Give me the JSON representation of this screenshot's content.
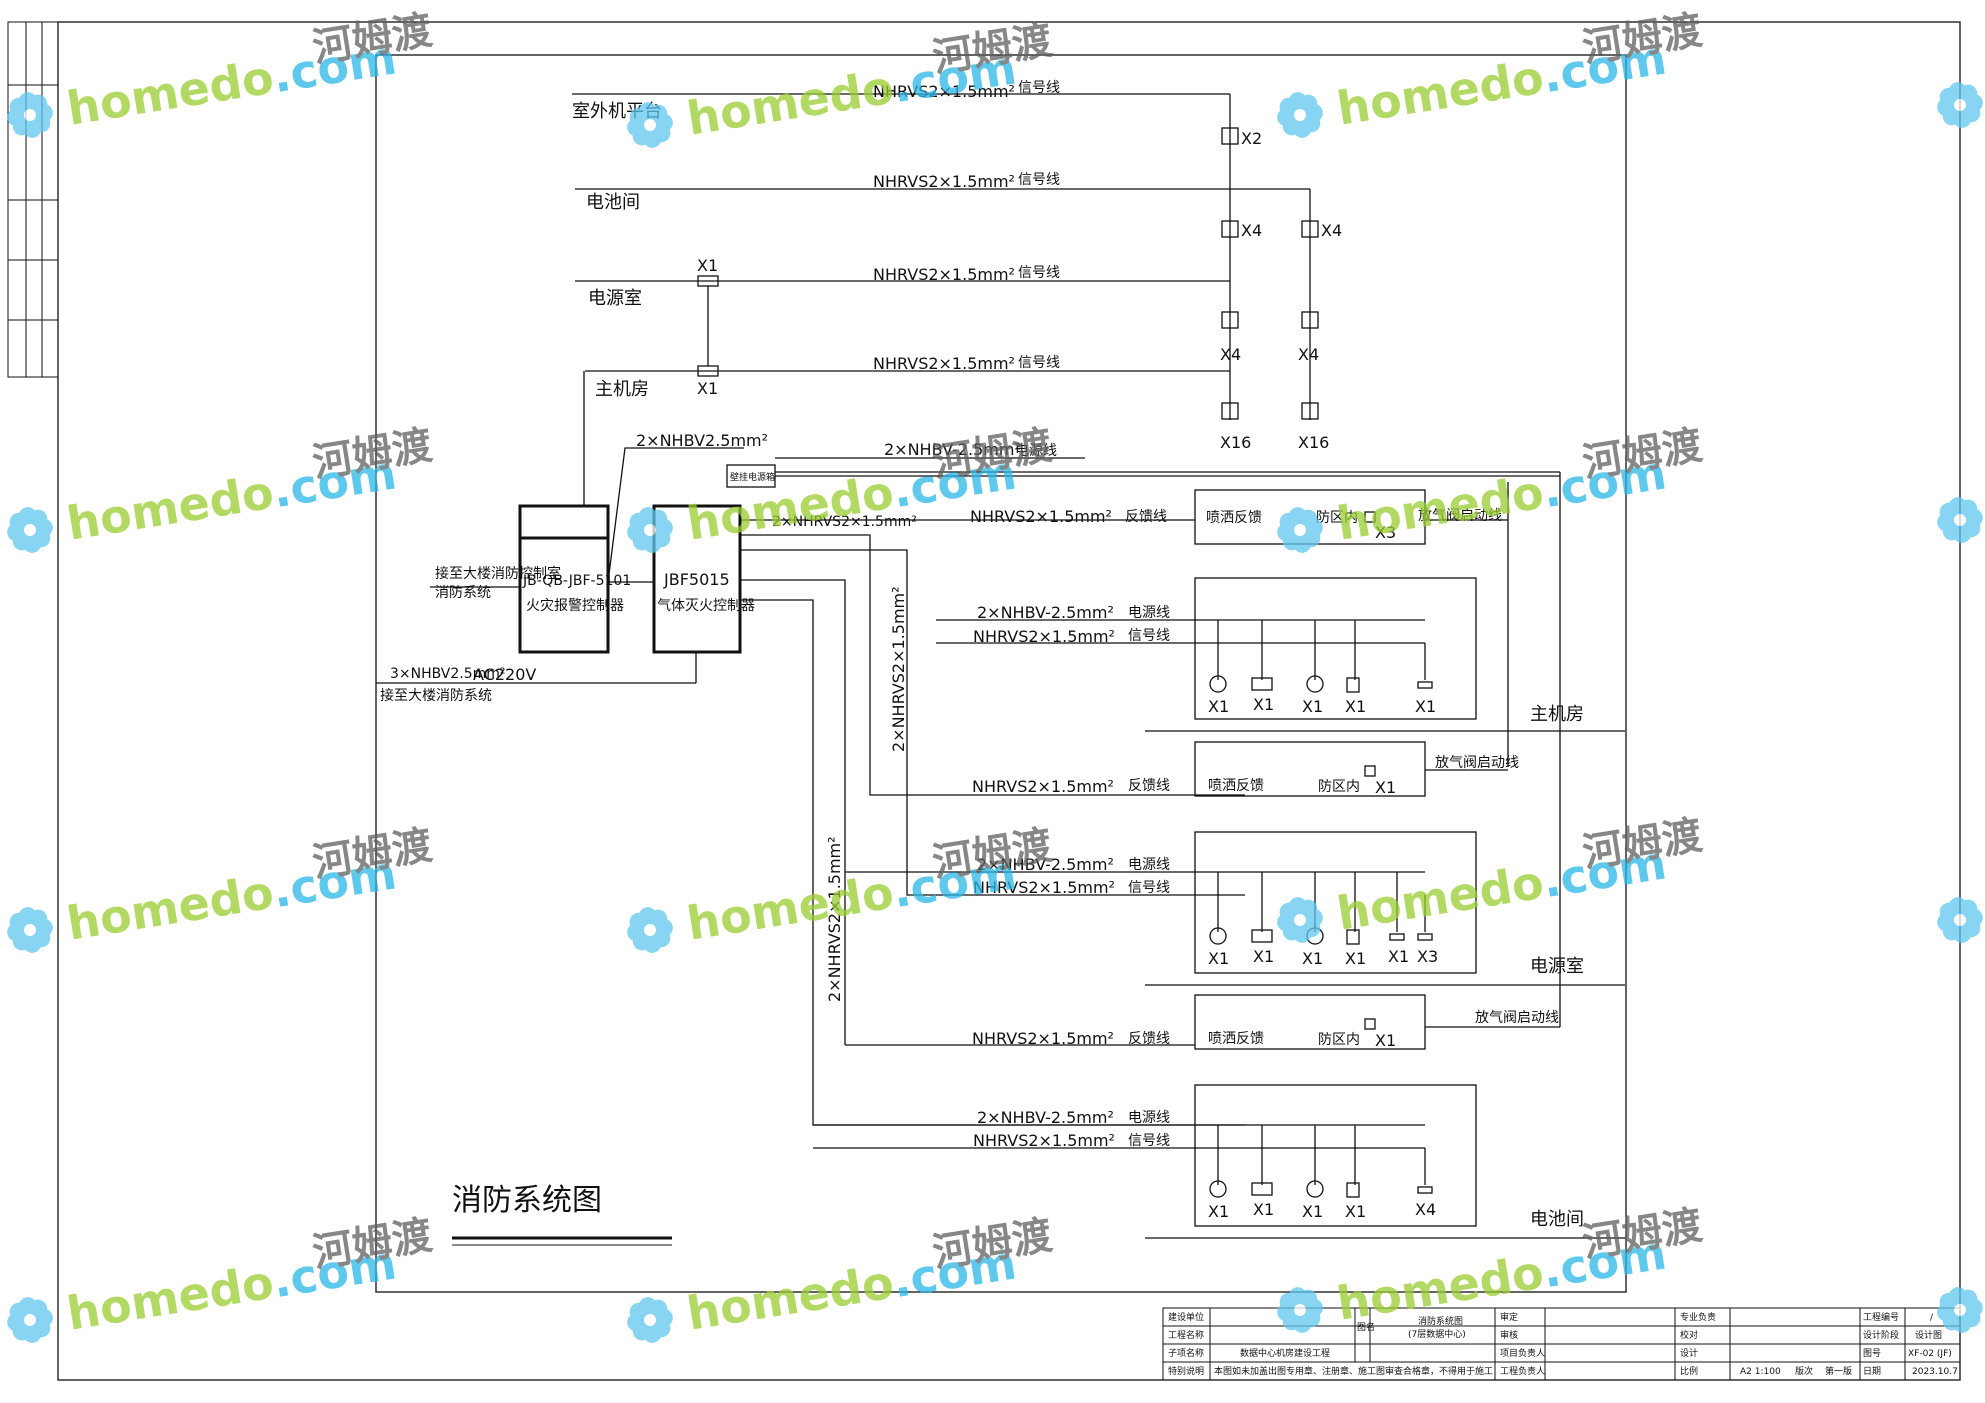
{
  "drawing": {
    "title": "消防系统图",
    "rooms": {
      "outdoor_platform": "室外机平台",
      "battery_room": "电池间",
      "power_room": "电源室",
      "host_room": "主机房"
    },
    "cables": {
      "sig_cable": "NHRVS2×1.5mm²",
      "sig_label": "信号线",
      "pwr_cable": "2×NHBV-2.5mm²",
      "pwr_label": "电源线",
      "fb_cable": "NHRVS2×1.5mm²",
      "fb_label": "反馈线",
      "vert_cable_a": "2×NHRVS2×1.5mm²",
      "vert_cable_b": "2×NHRVS2×1.5mm²",
      "top_cable": "2×NHBV2.5mm²",
      "top_cable2": "2×NHBV-2.5mm²",
      "top_label2": "电源线",
      "feed_cable": "3×NHBV2.5mm²",
      "feed_voltage": "AC220V",
      "ctrl_link": "2×NHRVS2×1.5mm²"
    },
    "controllers": {
      "fire_alarm_model": "JB-QB-JBF-5101",
      "fire_alarm_name": "火灾报警控制器",
      "gas_model": "JBF5015",
      "gas_name": "气体灭火控制器",
      "wall_power": "壁挂电源箱"
    },
    "notes": {
      "to_fire_control_room": "接至大楼消防控制室",
      "fire_system": "消防系统",
      "to_building_fire": "接至大楼消防系统"
    },
    "zone_labels": {
      "spray_feedback": "喷洒反馈",
      "zone_inside": "防区内",
      "valve_line": "放气阀启动线"
    },
    "counts": {
      "x1": "X1",
      "x2": "X2",
      "x3": "X3",
      "x4": "X4",
      "x16": "X16"
    }
  },
  "title_block": {
    "owner_label": "建设单位",
    "project_label": "工程名称",
    "subproject_label": "子项名称",
    "subproject_value": "数据中心机房建设工程",
    "special_label": "特别说明",
    "special_text": "本图如未加盖出图专用章、注册章、施工图审查合格章，不得用于施工",
    "drawing_name_label": "图名",
    "drawing_name_value": "消防系统图",
    "drawing_sub_value": "(7层数据中心)",
    "approve_label": "审定",
    "review_label": "审核",
    "pm_label": "项目负责人",
    "eng_pm_label": "工程负责人",
    "major_label": "专业负责",
    "check_label": "校对",
    "design_label": "设计",
    "scale_label": "比例",
    "scale_value": "A2 1:100",
    "edition_label": "版次",
    "edition_value": "第一版",
    "proj_no_label": "工程编号",
    "proj_no_value": "/",
    "stage_label": "设计阶段",
    "stage_value": "设计图",
    "drawing_no_label": "图号",
    "drawing_no_value": "XF-02 (JF)",
    "date_label": "日期",
    "date_value": "2023.10.7"
  },
  "watermark": {
    "brand_a": "home",
    "brand_b": "do",
    "brand_c": ".com",
    "brand_cn": "河姆渡",
    "colors": {
      "green": "#9acd32",
      "blue": "#29b6e8",
      "petal": "#5fc6f0"
    }
  }
}
